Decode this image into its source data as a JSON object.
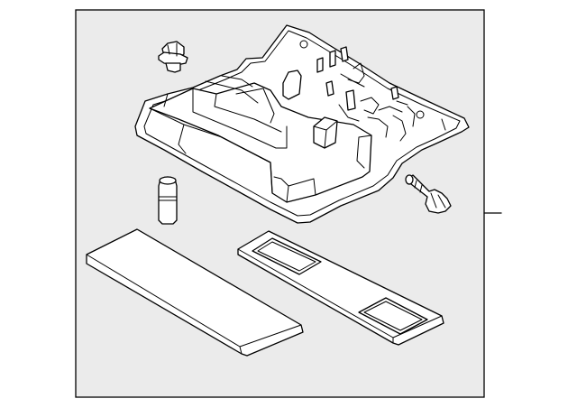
{
  "diagram": {
    "type": "exploded-parts-diagram",
    "parts": [
      {
        "id": "overhead-console-housing"
      },
      {
        "id": "push-clip"
      },
      {
        "id": "bulb"
      },
      {
        "id": "mounting-bolt"
      },
      {
        "id": "lens-panel"
      },
      {
        "id": "gasket-frame"
      }
    ],
    "callouts": [
      {
        "target": "assembly"
      }
    ],
    "colors": {
      "frame_background": "#ebebeb",
      "line": "#000000",
      "part_fill": "#ffffff"
    }
  }
}
